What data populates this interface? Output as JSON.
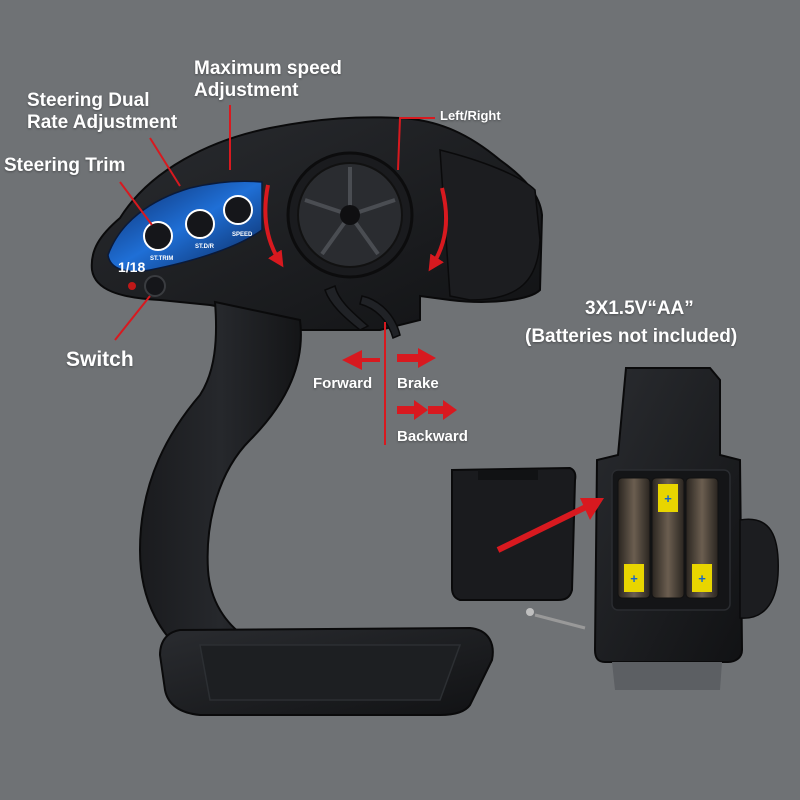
{
  "colors": {
    "background": "#6f7275",
    "arrow": "#d8191f",
    "body": "#1c1d20",
    "accent_blue": "#1f6fd6",
    "label_text": "#ffffff"
  },
  "labels": {
    "max_speed_line1": "Maximum speed",
    "max_speed_line2": "Adjustment",
    "dual_rate_line1": "Steering Dual",
    "dual_rate_line2": "Rate Adjustment",
    "steering_trim": "Steering Trim",
    "switch": "Switch",
    "left_right": "Left/Right",
    "forward": "Forward",
    "brake": "Brake",
    "backward": "Backward",
    "battery_line1": "3X1.5V“AA”",
    "battery_line2": "(Batteries not included)"
  },
  "panel": {
    "scale": "1/18",
    "knob_labels": [
      "ST.TRIM",
      "ST.D/R",
      "SPEED"
    ]
  },
  "icons": [
    "steering-wheel-icon",
    "trigger-icon",
    "power-switch-icon",
    "battery-icon",
    "battery-cover-icon",
    "screw-icon"
  ]
}
